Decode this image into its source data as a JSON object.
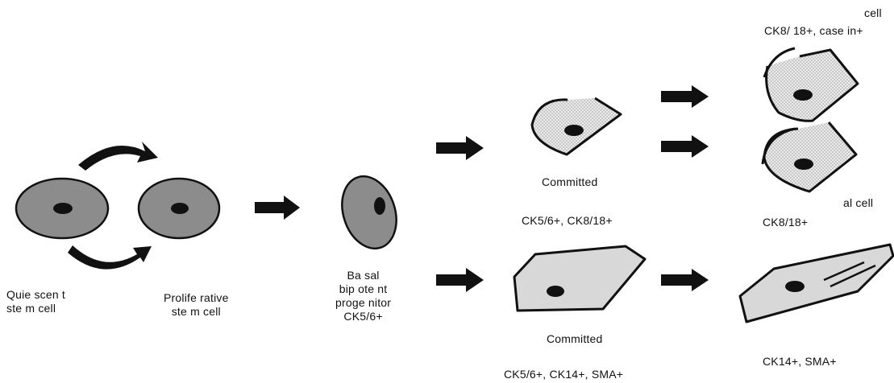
{
  "labels": {
    "quiescent": [
      "Quie scen t",
      "ste m cell"
    ],
    "proliferative": [
      "Prolife rative",
      "ste m cell"
    ],
    "basal_progenitor": [
      "Ba sal",
      "bip ote nt",
      "proge nitor",
      "CK5/6+"
    ],
    "committed_luminal": "Committed",
    "committed_luminal_markers": "CK5/6+, CK8/18+",
    "committed_myo": "Committed",
    "committed_myo_markers": "CK5/6+, CK14+, SMA+",
    "secretory_cell": "cell",
    "secretory_markers": "CK8/ 18+, case in+",
    "luminal_cell": "al cell",
    "luminal_markers": "CK8/18+",
    "myoepithelial_markers": "CK14+, SMA+"
  },
  "colors": {
    "stem_fill": "#8c8c8c",
    "basal_fill": "#8c8c8c",
    "myo_fill": "#d8d8d8",
    "stipple": "#c4c4c4",
    "stroke": "#111111"
  }
}
